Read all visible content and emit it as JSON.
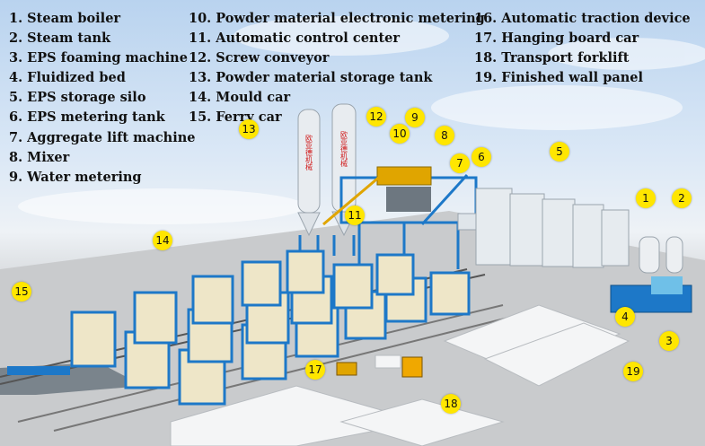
{
  "legend": {
    "col1": [
      "1. Steam boiler",
      "2. Steam tank",
      "3. EPS foaming machine",
      "4. Fluidized bed",
      "5. EPS storage silo",
      "6. EPS metering tank",
      "7. Aggregate lift machine",
      "8. Mixer",
      "9. Water metering"
    ],
    "col2": [
      "10. Powder material electronic metering",
      "11. Automatic control center",
      "12. Screw conveyor",
      "13. Powder material storage tank",
      "14. Mould car",
      "15. Ferry car"
    ],
    "col3": [
      "16. Automatic traction device",
      "17. Hanging board car",
      "18. Transport forklift",
      "19. Finished wall panel"
    ]
  },
  "markers": [
    "1",
    "2",
    "3",
    "4",
    "5",
    "6",
    "7",
    "8",
    "9",
    "10",
    "11",
    "12",
    "13",
    "14",
    "15",
    "17",
    "18",
    "19"
  ],
  "silo_labels": [
    "欧亚德机械",
    "欧亚德机械"
  ],
  "colors": {
    "marker": "#ffe600",
    "steel_blue": "#1d78c8",
    "panel": "#eee6c8",
    "silo": "#e8ecf0"
  }
}
